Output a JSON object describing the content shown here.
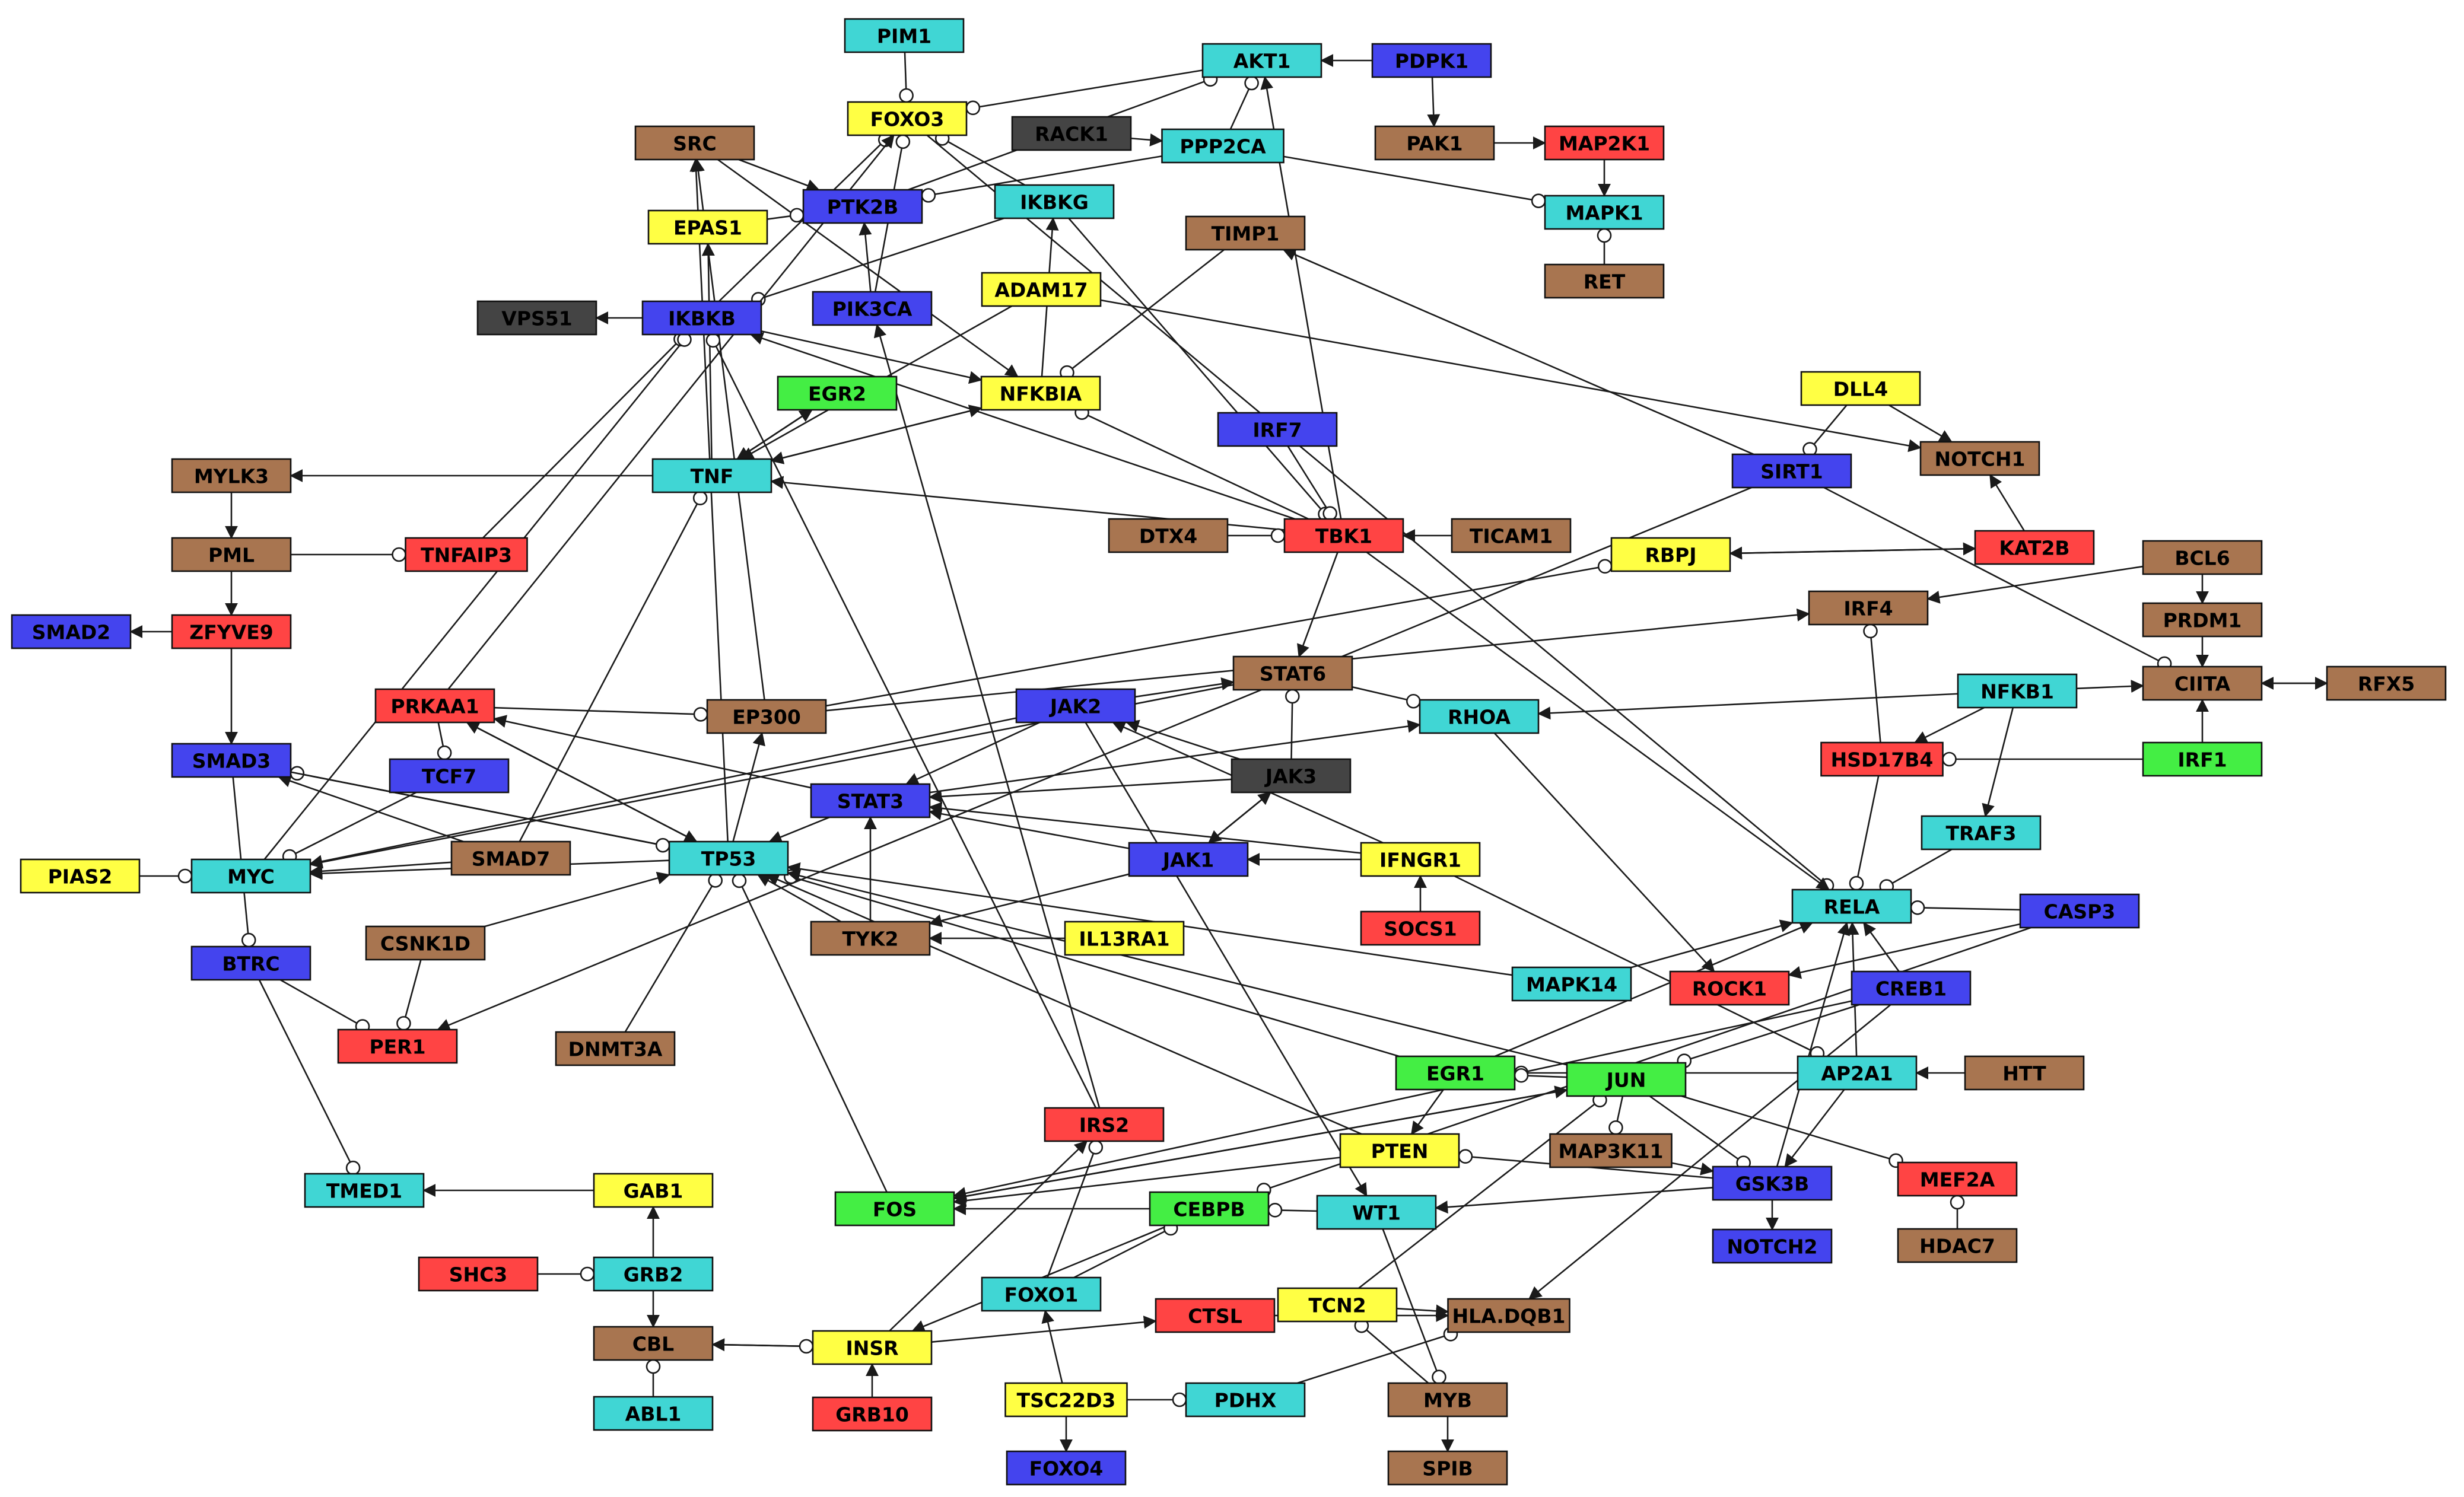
{
  "colors": {
    "cyan": "#40d6d4",
    "blue": "#4444ee",
    "yellow": "#ffff44",
    "brown": "#a87550",
    "red": "#ff4444",
    "green": "#44ee44",
    "dark": "#444444"
  },
  "nodes": [
    {
      "id": "PIM1",
      "label": "PIM1",
      "color": "cyan"
    },
    {
      "id": "AKT1",
      "label": "AKT1",
      "color": "cyan"
    },
    {
      "id": "PDPK1",
      "label": "PDPK1",
      "color": "blue"
    },
    {
      "id": "FOXO3",
      "label": "FOXO3",
      "color": "yellow"
    },
    {
      "id": "SRC",
      "label": "SRC",
      "color": "brown"
    },
    {
      "id": "RACK1",
      "label": "RACK1",
      "color": "dark"
    },
    {
      "id": "PPP2CA",
      "label": "PPP2CA",
      "color": "cyan"
    },
    {
      "id": "PAK1",
      "label": "PAK1",
      "color": "brown"
    },
    {
      "id": "MAP2K1",
      "label": "MAP2K1",
      "color": "red"
    },
    {
      "id": "PTK2B",
      "label": "PTK2B",
      "color": "blue"
    },
    {
      "id": "IKBKG",
      "label": "IKBKG",
      "color": "cyan"
    },
    {
      "id": "MAPK1",
      "label": "MAPK1",
      "color": "cyan"
    },
    {
      "id": "EPAS1",
      "label": "EPAS1",
      "color": "yellow"
    },
    {
      "id": "TIMP1",
      "label": "TIMP1",
      "color": "brown"
    },
    {
      "id": "RET",
      "label": "RET",
      "color": "brown"
    },
    {
      "id": "ADAM17",
      "label": "ADAM17",
      "color": "yellow"
    },
    {
      "id": "VPS51",
      "label": "VPS51",
      "color": "dark"
    },
    {
      "id": "IKBKB",
      "label": "IKBKB",
      "color": "blue"
    },
    {
      "id": "PIK3CA",
      "label": "PIK3CA",
      "color": "blue"
    },
    {
      "id": "EGR2",
      "label": "EGR2",
      "color": "green"
    },
    {
      "id": "NFKBIA",
      "label": "NFKBIA",
      "color": "yellow"
    },
    {
      "id": "DLL4",
      "label": "DLL4",
      "color": "yellow"
    },
    {
      "id": "IRF7",
      "label": "IRF7",
      "color": "blue"
    },
    {
      "id": "MYLK3",
      "label": "MYLK3",
      "color": "brown"
    },
    {
      "id": "TNF",
      "label": "TNF",
      "color": "cyan"
    },
    {
      "id": "SIRT1",
      "label": "SIRT1",
      "color": "blue"
    },
    {
      "id": "NOTCH1",
      "label": "NOTCH1",
      "color": "brown"
    },
    {
      "id": "DTX4",
      "label": "DTX4",
      "color": "brown"
    },
    {
      "id": "TBK1",
      "label": "TBK1",
      "color": "red"
    },
    {
      "id": "TICAM1",
      "label": "TICAM1",
      "color": "brown"
    },
    {
      "id": "PML",
      "label": "PML",
      "color": "brown"
    },
    {
      "id": "TNFAIP3",
      "label": "TNFAIP3",
      "color": "red"
    },
    {
      "id": "RBPJ",
      "label": "RBPJ",
      "color": "yellow"
    },
    {
      "id": "KAT2B",
      "label": "KAT2B",
      "color": "red"
    },
    {
      "id": "BCL6",
      "label": "BCL6",
      "color": "brown"
    },
    {
      "id": "IRF4",
      "label": "IRF4",
      "color": "brown"
    },
    {
      "id": "PRDM1",
      "label": "PRDM1",
      "color": "brown"
    },
    {
      "id": "SMAD2",
      "label": "SMAD2",
      "color": "blue"
    },
    {
      "id": "ZFYVE9",
      "label": "ZFYVE9",
      "color": "red"
    },
    {
      "id": "STAT6",
      "label": "STAT6",
      "color": "brown"
    },
    {
      "id": "CIITA",
      "label": "CIITA",
      "color": "brown"
    },
    {
      "id": "RFX5",
      "label": "RFX5",
      "color": "brown"
    },
    {
      "id": "PRKAA1",
      "label": "PRKAA1",
      "color": "red"
    },
    {
      "id": "EP300",
      "label": "EP300",
      "color": "brown"
    },
    {
      "id": "JAK2",
      "label": "JAK2",
      "color": "blue"
    },
    {
      "id": "RHOA",
      "label": "RHOA",
      "color": "cyan"
    },
    {
      "id": "NFKB1",
      "label": "NFKB1",
      "color": "cyan"
    },
    {
      "id": "SMAD3",
      "label": "SMAD3",
      "color": "blue"
    },
    {
      "id": "TCF7",
      "label": "TCF7",
      "color": "blue"
    },
    {
      "id": "JAK3",
      "label": "JAK3",
      "color": "dark"
    },
    {
      "id": "HSD17B4",
      "label": "HSD17B4",
      "color": "red"
    },
    {
      "id": "IRF1",
      "label": "IRF1",
      "color": "green"
    },
    {
      "id": "STAT3",
      "label": "STAT3",
      "color": "blue"
    },
    {
      "id": "TRAF3",
      "label": "TRAF3",
      "color": "cyan"
    },
    {
      "id": "PIAS2",
      "label": "PIAS2",
      "color": "yellow"
    },
    {
      "id": "MYC",
      "label": "MYC",
      "color": "cyan"
    },
    {
      "id": "SMAD7",
      "label": "SMAD7",
      "color": "brown"
    },
    {
      "id": "TP53",
      "label": "TP53",
      "color": "cyan"
    },
    {
      "id": "JAK1",
      "label": "JAK1",
      "color": "blue"
    },
    {
      "id": "IFNGR1",
      "label": "IFNGR1",
      "color": "yellow"
    },
    {
      "id": "RELA",
      "label": "RELA",
      "color": "cyan"
    },
    {
      "id": "CASP3",
      "label": "CASP3",
      "color": "blue"
    },
    {
      "id": "SOCS1",
      "label": "SOCS1",
      "color": "red"
    },
    {
      "id": "CSNK1D",
      "label": "CSNK1D",
      "color": "brown"
    },
    {
      "id": "TYK2",
      "label": "TYK2",
      "color": "brown"
    },
    {
      "id": "IL13RA1",
      "label": "IL13RA1",
      "color": "yellow"
    },
    {
      "id": "BTRC",
      "label": "BTRC",
      "color": "blue"
    },
    {
      "id": "MAPK14",
      "label": "MAPK14",
      "color": "cyan"
    },
    {
      "id": "ROCK1",
      "label": "ROCK1",
      "color": "red"
    },
    {
      "id": "CREB1",
      "label": "CREB1",
      "color": "blue"
    },
    {
      "id": "PER1",
      "label": "PER1",
      "color": "red"
    },
    {
      "id": "DNMT3A",
      "label": "DNMT3A",
      "color": "brown"
    },
    {
      "id": "EGR1",
      "label": "EGR1",
      "color": "green"
    },
    {
      "id": "JUN",
      "label": "JUN",
      "color": "green"
    },
    {
      "id": "AP2A1",
      "label": "AP2A1",
      "color": "cyan"
    },
    {
      "id": "HTT",
      "label": "HTT",
      "color": "brown"
    },
    {
      "id": "IRS2",
      "label": "IRS2",
      "color": "red"
    },
    {
      "id": "PTEN",
      "label": "PTEN",
      "color": "yellow"
    },
    {
      "id": "MAP3K11",
      "label": "MAP3K11",
      "color": "brown"
    },
    {
      "id": "MEF2A",
      "label": "MEF2A",
      "color": "red"
    },
    {
      "id": "TMED1",
      "label": "TMED1",
      "color": "cyan"
    },
    {
      "id": "GAB1",
      "label": "GAB1",
      "color": "yellow"
    },
    {
      "id": "GSK3B",
      "label": "GSK3B",
      "color": "blue"
    },
    {
      "id": "FOS",
      "label": "FOS",
      "color": "green"
    },
    {
      "id": "CEBPB",
      "label": "CEBPB",
      "color": "green"
    },
    {
      "id": "WT1",
      "label": "WT1",
      "color": "cyan"
    },
    {
      "id": "HDAC7",
      "label": "HDAC7",
      "color": "brown"
    },
    {
      "id": "NOTCH2",
      "label": "NOTCH2",
      "color": "blue"
    },
    {
      "id": "SHC3",
      "label": "SHC3",
      "color": "red"
    },
    {
      "id": "GRB2",
      "label": "GRB2",
      "color": "cyan"
    },
    {
      "id": "FOXO1",
      "label": "FOXO1",
      "color": "cyan"
    },
    {
      "id": "CTSL",
      "label": "CTSL",
      "color": "red"
    },
    {
      "id": "TCN2",
      "label": "TCN2",
      "color": "yellow"
    },
    {
      "id": "HLA_DQB1",
      "label": "HLA.DQB1",
      "color": "brown"
    },
    {
      "id": "CBL",
      "label": "CBL",
      "color": "brown"
    },
    {
      "id": "INSR",
      "label": "INSR",
      "color": "yellow"
    },
    {
      "id": "TSC22D3",
      "label": "TSC22D3",
      "color": "yellow"
    },
    {
      "id": "PDHX",
      "label": "PDHX",
      "color": "cyan"
    },
    {
      "id": "MYB",
      "label": "MYB",
      "color": "brown"
    },
    {
      "id": "ABL1",
      "label": "ABL1",
      "color": "cyan"
    },
    {
      "id": "GRB10",
      "label": "GRB10",
      "color": "red"
    },
    {
      "id": "FOXO4",
      "label": "FOXO4",
      "color": "blue"
    },
    {
      "id": "SPIB",
      "label": "SPIB",
      "color": "brown"
    }
  ],
  "edges": [
    [
      "PIM1",
      "FOXO3",
      "inhibit"
    ],
    [
      "AKT1",
      "FOXO3",
      "inhibit"
    ],
    [
      "PDPK1",
      "AKT1",
      "activate"
    ],
    [
      "PDPK1",
      "PAK1",
      "activate"
    ],
    [
      "PAK1",
      "MAP2K1",
      "activate"
    ],
    [
      "MAP2K1",
      "MAPK1",
      "activate"
    ],
    [
      "RET",
      "MAPK1",
      "inhibit"
    ],
    [
      "RACK1",
      "PPP2CA",
      "activate"
    ],
    [
      "PPP2CA",
      "AKT1",
      "inhibit"
    ],
    [
      "PPP2CA",
      "MAPK1",
      "inhibit"
    ],
    [
      "PPP2CA",
      "PTK2B",
      "inhibit"
    ],
    [
      "PTK2B",
      "AKT1",
      "inhibit"
    ],
    [
      "FOXO3",
      "RELA",
      "inhibit"
    ],
    [
      "SRC",
      "NFKBIA",
      "activate"
    ],
    [
      "SRC",
      "PTK2B",
      "activate"
    ],
    [
      "IKBKG",
      "FOXO3",
      "inhibit"
    ],
    [
      "IKBKG",
      "IKBKB",
      "inhibit"
    ],
    [
      "IKBKG",
      "TBK1",
      "inhibit"
    ],
    [
      "ADAM17",
      "NOTCH1",
      "activate"
    ],
    [
      "ADAM17",
      "TNF",
      "activate"
    ],
    [
      "TIMP1",
      "NFKBIA",
      "inhibit"
    ],
    [
      "EPAS1",
      "PTK2B",
      "inhibit"
    ],
    [
      "IKBKB",
      "VPS51",
      "activate"
    ],
    [
      "IKBKB",
      "FOXO3",
      "inhibit"
    ],
    [
      "IKBKB",
      "NFKBIA",
      "activate"
    ],
    [
      "TNFAIP3",
      "IKBKB",
      "inhibit"
    ],
    [
      "MYC",
      "IKBKB",
      "inhibit"
    ],
    [
      "PIK3CA",
      "PTK2B",
      "activate"
    ],
    [
      "PIK3CA",
      "FOXO3",
      "inhibit"
    ],
    [
      "NFKBIA",
      "IKBKG",
      "activate"
    ],
    [
      "NFKBIA",
      "TNF",
      "activate"
    ],
    [
      "EGR2",
      "TNF",
      "activate"
    ],
    [
      "TNF",
      "EGR2",
      "activate"
    ],
    [
      "TNF",
      "MYLK3",
      "activate"
    ],
    [
      "TNF",
      "EPAS1",
      "activate"
    ],
    [
      "TNF",
      "NFKBIA",
      "activate"
    ],
    [
      "TBK1",
      "IKBKB",
      "activate"
    ],
    [
      "TBK1",
      "NFKBIA",
      "inhibit"
    ],
    [
      "TBK1",
      "AKT1",
      "activate"
    ],
    [
      "TBK1",
      "TNF",
      "activate"
    ],
    [
      "TBK1",
      "STAT6",
      "activate"
    ],
    [
      "TBK1",
      "RELA",
      "activate"
    ],
    [
      "IRF7",
      "TBK1",
      "inhibit"
    ],
    [
      "DTX4",
      "TBK1",
      "inhibit"
    ],
    [
      "TICAM1",
      "TBK1",
      "activate"
    ],
    [
      "DLL4",
      "NOTCH1",
      "activate"
    ],
    [
      "DLL4",
      "SIRT1",
      "inhibit"
    ],
    [
      "KAT2B",
      "NOTCH1",
      "activate"
    ],
    [
      "KAT2B",
      "RBPJ",
      "activate"
    ],
    [
      "RBPJ",
      "KAT2B",
      "activate"
    ],
    [
      "SIRT1",
      "TIMP1",
      "activate"
    ],
    [
      "SIRT1",
      "PER1",
      "activate"
    ],
    [
      "SIRT1",
      "CIITA",
      "inhibit"
    ],
    [
      "MYLK3",
      "PML",
      "activate"
    ],
    [
      "PML",
      "ZFYVE9",
      "activate"
    ],
    [
      "PML",
      "TNFAIP3",
      "inhibit"
    ],
    [
      "ZFYVE9",
      "SMAD2",
      "activate"
    ],
    [
      "ZFYVE9",
      "SMAD3",
      "activate"
    ],
    [
      "BCL6",
      "IRF4",
      "activate"
    ],
    [
      "BCL6",
      "PRDM1",
      "activate"
    ],
    [
      "PRDM1",
      "CIITA",
      "activate"
    ],
    [
      "CIITA",
      "RFX5",
      "activate"
    ],
    [
      "RFX5",
      "CIITA",
      "activate"
    ],
    [
      "NFKB1",
      "CIITA",
      "activate"
    ],
    [
      "IRF1",
      "CIITA",
      "activate"
    ],
    [
      "IRF1",
      "HSD17B4",
      "inhibit"
    ],
    [
      "HSD17B4",
      "IRF4",
      "inhibit"
    ],
    [
      "HSD17B4",
      "RELA",
      "inhibit"
    ],
    [
      "NFKB1",
      "HSD17B4",
      "activate"
    ],
    [
      "NFKB1",
      "TRAF3",
      "activate"
    ],
    [
      "NFKB1",
      "RHOA",
      "activate"
    ],
    [
      "TRAF3",
      "RELA",
      "inhibit"
    ],
    [
      "EP300",
      "IRF4",
      "activate"
    ],
    [
      "EP300",
      "RBPJ",
      "inhibit"
    ],
    [
      "EP300",
      "SRC",
      "activate"
    ],
    [
      "PRKAA1",
      "EP300",
      "inhibit"
    ],
    [
      "PRKAA1",
      "TCF7",
      "inhibit"
    ],
    [
      "PRKAA1",
      "TP53",
      "activate"
    ],
    [
      "PRKAA1",
      "FOXO3",
      "activate"
    ],
    [
      "TP53",
      "EP300",
      "activate"
    ],
    [
      "TP53",
      "SRC",
      "activate"
    ],
    [
      "TP53",
      "SMAD3",
      "inhibit"
    ],
    [
      "TP53",
      "MYC",
      "activate"
    ],
    [
      "TP53",
      "PRKAA1",
      "activate"
    ],
    [
      "SMAD3",
      "TP53",
      "inhibit"
    ],
    [
      "SMAD3",
      "BTRC",
      "inhibit"
    ],
    [
      "SMAD7",
      "SMAD3",
      "activate"
    ],
    [
      "SMAD7",
      "MYC",
      "activate"
    ],
    [
      "SMAD7",
      "TNF",
      "inhibit"
    ],
    [
      "TCF7",
      "MYC",
      "inhibit"
    ],
    [
      "PIAS2",
      "MYC",
      "inhibit"
    ],
    [
      "JAK2",
      "STAT6",
      "activate"
    ],
    [
      "JAK2",
      "STAT3",
      "activate"
    ],
    [
      "JAK2",
      "MYC",
      "activate"
    ],
    [
      "JAK2",
      "WT1",
      "activate"
    ],
    [
      "JAK3",
      "STAT6",
      "inhibit"
    ],
    [
      "JAK3",
      "JAK2",
      "activate"
    ],
    [
      "JAK3",
      "STAT3",
      "activate"
    ],
    [
      "JAK3",
      "JAK1",
      "activate"
    ],
    [
      "JAK1",
      "STAT3",
      "activate"
    ],
    [
      "JAK1",
      "JAK3",
      "activate"
    ],
    [
      "JAK1",
      "TYK2",
      "activate"
    ],
    [
      "IFNGR1",
      "JAK1",
      "activate"
    ],
    [
      "IFNGR1",
      "JAK2",
      "activate"
    ],
    [
      "IFNGR1",
      "STAT3",
      "activate"
    ],
    [
      "IFNGR1",
      "AP2A1",
      "inhibit"
    ],
    [
      "SOCS1",
      "IFNGR1",
      "activate"
    ],
    [
      "STAT3",
      "PRKAA1",
      "activate"
    ],
    [
      "STAT3",
      "TP53",
      "activate"
    ],
    [
      "STAT3",
      "RHOA",
      "activate"
    ],
    [
      "STAT6",
      "RHOA",
      "inhibit"
    ],
    [
      "STAT6",
      "MYC",
      "activate"
    ],
    [
      "TYK2",
      "STAT3",
      "activate"
    ],
    [
      "TYK2",
      "TP53",
      "activate"
    ],
    [
      "IL13RA1",
      "TYK2",
      "activate"
    ],
    [
      "RHOA",
      "ROCK1",
      "activate"
    ],
    [
      "CSNK1D",
      "TP53",
      "activate"
    ],
    [
      "CSNK1D",
      "PER1",
      "inhibit"
    ],
    [
      "BTRC",
      "PER1",
      "inhibit"
    ],
    [
      "DNMT3A",
      "TP53",
      "inhibit"
    ],
    [
      "BTRC",
      "TMED1",
      "inhibit"
    ],
    [
      "MAPK14",
      "TP53",
      "activate"
    ],
    [
      "MAPK14",
      "RELA",
      "activate"
    ],
    [
      "CASP3",
      "RELA",
      "inhibit"
    ],
    [
      "CASP3",
      "ROCK1",
      "activate"
    ],
    [
      "CASP3",
      "CEBPB",
      "inhibit"
    ],
    [
      "CREB1",
      "JUN",
      "inhibit"
    ],
    [
      "CREB1",
      "RELA",
      "activate"
    ],
    [
      "CREB1",
      "FOS",
      "activate"
    ],
    [
      "AP2A1",
      "EGR1",
      "inhibit"
    ],
    [
      "AP2A1",
      "GSK3B",
      "activate"
    ],
    [
      "AP2A1",
      "RELA",
      "activate"
    ],
    [
      "HTT",
      "AP2A1",
      "activate"
    ],
    [
      "EGR1",
      "TP53",
      "inhibit"
    ],
    [
      "EGR1",
      "PTEN",
      "activate"
    ],
    [
      "EGR1",
      "RELA",
      "activate"
    ],
    [
      "JUN",
      "TP53",
      "activate"
    ],
    [
      "JUN",
      "FOS",
      "activate"
    ],
    [
      "JUN",
      "EGR1",
      "inhibit"
    ],
    [
      "JUN",
      "MAP3K11",
      "inhibit"
    ],
    [
      "JUN",
      "GSK3B",
      "inhibit"
    ],
    [
      "JUN",
      "MEF2A",
      "inhibit"
    ],
    [
      "FOS",
      "JUN",
      "activate"
    ],
    [
      "GSK3B",
      "RELA",
      "activate"
    ],
    [
      "GSK3B",
      "NOTCH2",
      "activate"
    ],
    [
      "GSK3B",
      "PTEN",
      "inhibit"
    ],
    [
      "MAP3K11",
      "GSK3B",
      "activate"
    ],
    [
      "HDAC7",
      "MEF2A",
      "inhibit"
    ],
    [
      "PTEN",
      "TP53",
      "activate"
    ],
    [
      "PTEN",
      "FOS",
      "activate"
    ],
    [
      "CEBPB",
      "FOS",
      "activate"
    ],
    [
      "CEBPB",
      "INSR",
      "activate"
    ],
    [
      "WT1",
      "CEBPB",
      "inhibit"
    ],
    [
      "GSK3B",
      "WT1",
      "activate"
    ],
    [
      "IRS2",
      "PIK3CA",
      "activate"
    ],
    [
      "IRS2",
      "IKBKB",
      "inhibit"
    ],
    [
      "FOXO1",
      "IRS2",
      "inhibit"
    ],
    [
      "FOXO1",
      "CEBPB",
      "inhibit"
    ],
    [
      "INSR",
      "IRS2",
      "activate"
    ],
    [
      "INSR",
      "CBL",
      "activate"
    ],
    [
      "INSR",
      "CTSL",
      "activate"
    ],
    [
      "CBL",
      "INSR",
      "inhibit"
    ],
    [
      "FOS",
      "TP53",
      "inhibit"
    ],
    [
      "GRB10",
      "INSR",
      "activate"
    ],
    [
      "ABL1",
      "CBL",
      "inhibit"
    ],
    [
      "GRB2",
      "GAB1",
      "activate"
    ],
    [
      "GRB2",
      "CBL",
      "activate"
    ],
    [
      "SHC3",
      "GRB2",
      "inhibit"
    ],
    [
      "GAB1",
      "TMED1",
      "activate"
    ],
    [
      "CTSL",
      "HLA_DQB1",
      "activate"
    ],
    [
      "TCN2",
      "JUN",
      "inhibit"
    ],
    [
      "TCN2",
      "HLA_DQB1",
      "activate"
    ],
    [
      "CREB1",
      "HLA_DQB1",
      "activate"
    ],
    [
      "TSC22D3",
      "FOXO1",
      "activate"
    ],
    [
      "TSC22D3",
      "FOXO4",
      "activate"
    ],
    [
      "TSC22D3",
      "PDHX",
      "inhibit"
    ],
    [
      "PDHX",
      "HLA_DQB1",
      "inhibit"
    ],
    [
      "MYB",
      "SPIB",
      "activate"
    ],
    [
      "MYB",
      "TCN2",
      "inhibit"
    ],
    [
      "WT1",
      "MYB",
      "inhibit"
    ]
  ]
}
